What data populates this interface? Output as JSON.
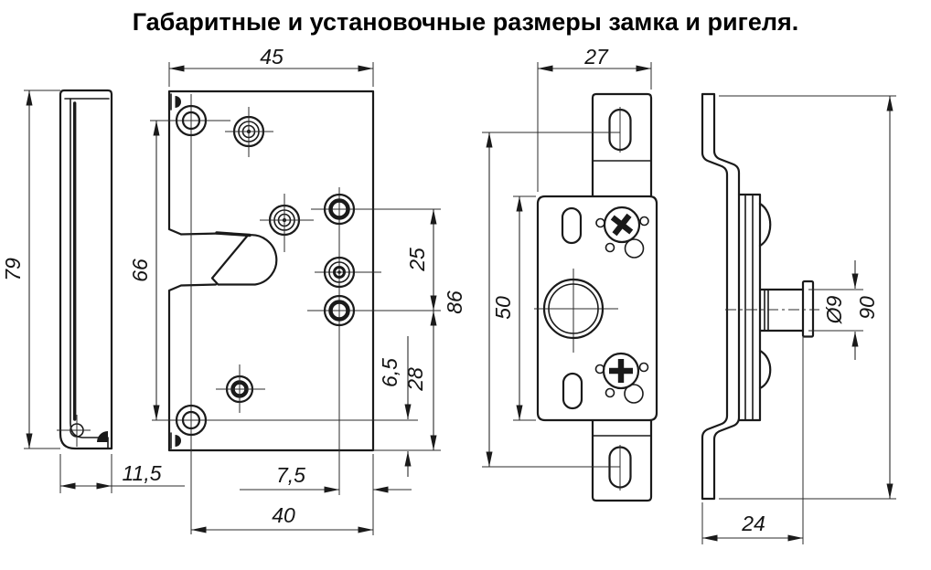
{
  "title": "Габаритные и установочные размеры замка и ригеля.",
  "colors": {
    "background": "#ffffff",
    "line": "#1a1a1a"
  },
  "views": {
    "cover_side": {
      "dims": {
        "height": "79",
        "width": "11,5"
      }
    },
    "lock_front": {
      "dims": {
        "width": "45",
        "hole_spacing": "66",
        "rivet_spacing": "25",
        "bottom_offset": "6,5",
        "lower_height": "28",
        "rivet_offset": "7,5",
        "hole_span": "40"
      }
    },
    "bolt_front": {
      "dims": {
        "width": "27",
        "slot_spacing": "86",
        "body_height": "50"
      }
    },
    "bolt_side": {
      "dims": {
        "diameter": "Ø9",
        "height": "90",
        "depth": "24"
      }
    }
  }
}
